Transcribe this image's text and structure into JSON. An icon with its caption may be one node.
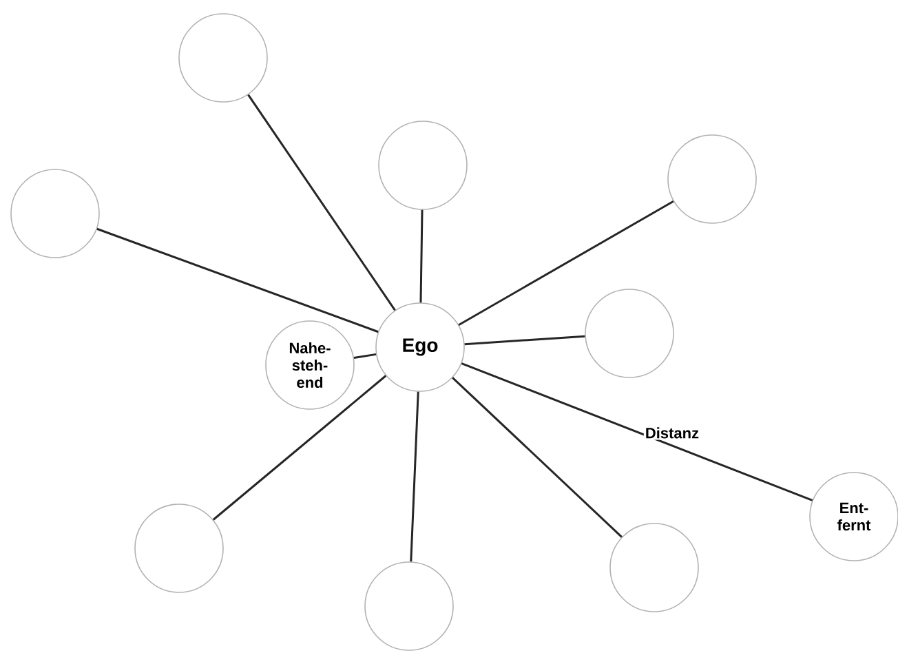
{
  "diagram": {
    "nodes": [
      {
        "text": [],
        "shape": "circle"
      },
      {
        "text": [],
        "shape": "circle"
      },
      {
        "text": [],
        "shape": "circle"
      },
      {
        "text": [],
        "shape": "circle"
      },
      {
        "text": [],
        "shape": "circle"
      },
      {
        "text": [
          "Ego"
        ]
      },
      {
        "text": [
          "Nahe- steh- end"
        ]
      },
      {
        "text": [
          "Ent- fernt"
        ]
      },
      {
        "text": [],
        "shape": "circle"
      },
      {
        "text": [],
        "shape": "circle"
      },
      {
        "text": [],
        "shape": "circle"
      }
    ],
    "edges": [
      {
        "from": 5,
        "to": 0,
        "arrow": "none"
      },
      {
        "from": 5,
        "to": 1,
        "arrow": "none"
      },
      {
        "from": 5,
        "to": 2,
        "arrow": "none"
      },
      {
        "from": 5,
        "to": 3,
        "arrow": "none"
      },
      {
        "from": 5,
        "to": 4,
        "arrow": "none"
      },
      {
        "from": 5,
        "to": 6,
        "arrow": "none"
      },
      {
        "from": 5,
        "to": 7,
        "arrow": "none",
        "label": "Distanz"
      },
      {
        "from": 5,
        "to": 8,
        "arrow": "none"
      },
      {
        "from": 5,
        "to": 9,
        "arrow": "none"
      },
      {
        "from": 5,
        "to": 10,
        "arrow": "none"
      }
    ]
  }
}
